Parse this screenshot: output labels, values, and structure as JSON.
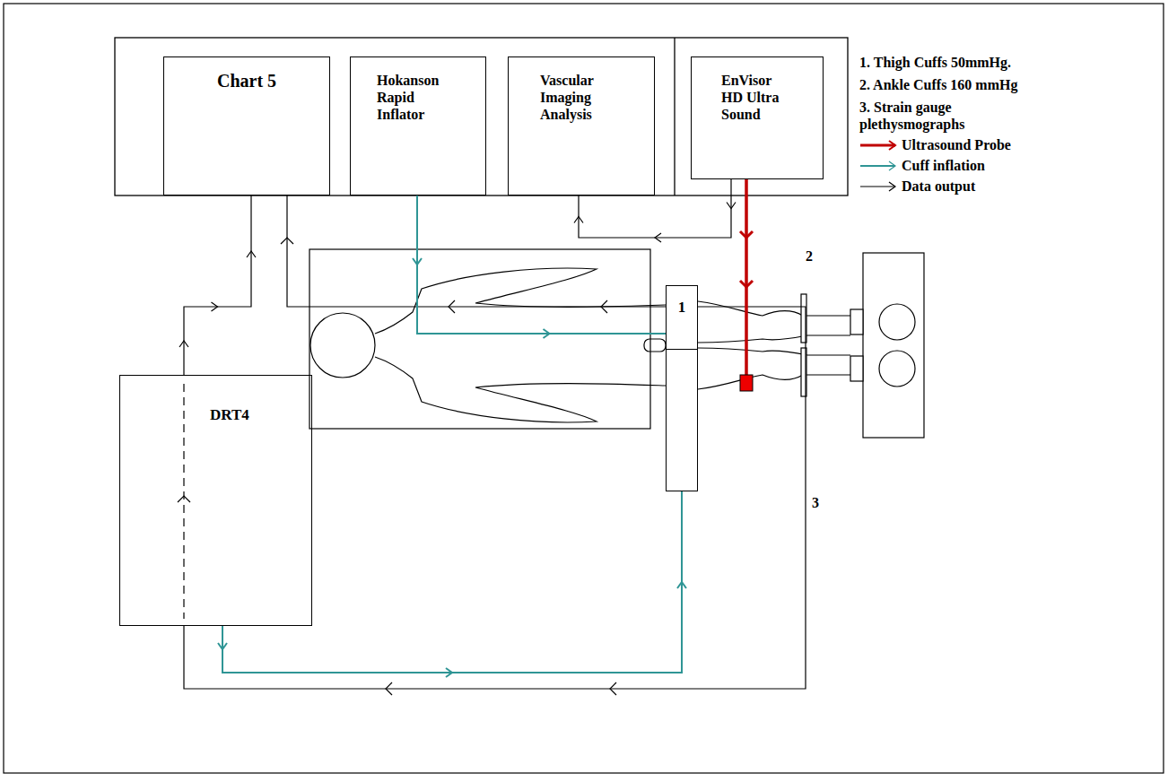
{
  "diagram": {
    "nodes": [
      {
        "text": [
          "Chart 5"
        ]
      },
      {
        "text": [
          "Hokanson Rapid Inflator"
        ]
      },
      {
        "text": [
          "Vascular Imaging Analysis"
        ]
      },
      {
        "text": [
          "EnVisor HD Ultra Sound"
        ]
      },
      {
        "text": [
          "DRT4"
        ]
      },
      {
        "text": [
          "1"
        ]
      }
    ],
    "edges": [
      {
        "from": 4,
        "to": 0,
        "arrow": "to"
      },
      {
        "from": 1,
        "to": 5,
        "arrow": "to"
      },
      {
        "from": 4,
        "to": 5,
        "arrow": "to"
      },
      {
        "from": 3,
        "to": 2,
        "arrow": "to"
      }
    ],
    "labels": [
      "1. Thigh Cuffs 50mmHg.",
      "2. Ankle Cuffs 160 mmHg",
      "3. Strain gauge plethysmographs",
      "2",
      "3"
    ],
    "legend": [
      {
        "text": "Ultrasound Probe"
      },
      {
        "text": "Cuff inflation"
      },
      {
        "text": "Data output"
      }
    ]
  }
}
